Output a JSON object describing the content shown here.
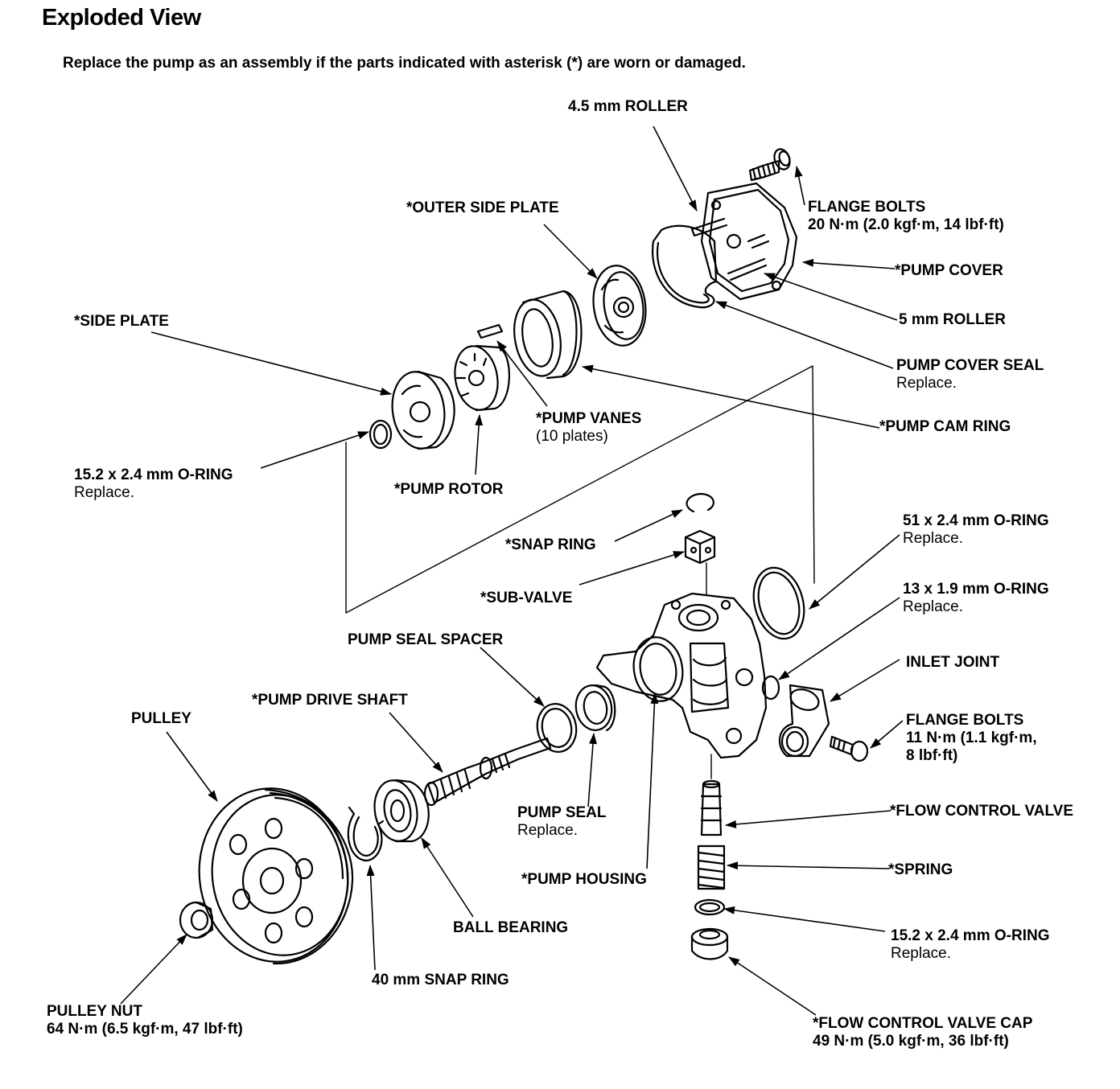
{
  "heading": {
    "title": "Exploded View",
    "subtitle": "Replace the pump as an assembly if the parts indicated with asterisk (*) are worn or damaged."
  },
  "labels": {
    "roller_45": "4.5 mm ROLLER",
    "flange_bolts_top": "FLANGE BOLTS",
    "flange_bolts_top_torque": "20 N·m (2.0 kgf·m, 14 lbf·ft)",
    "outer_side_plate": "*OUTER SIDE PLATE",
    "pump_cover": "*PUMP COVER",
    "side_plate": "*SIDE PLATE",
    "roller_5": "5 mm ROLLER",
    "pump_cover_seal": "PUMP COVER SEAL",
    "pump_cover_seal_note": "Replace.",
    "pump_vanes": "*PUMP VANES",
    "pump_vanes_note": "(10 plates)",
    "pump_cam_ring": "*PUMP CAM RING",
    "oring_152_top": "15.2 x 2.4 mm O-RING",
    "oring_152_top_note": "Replace.",
    "pump_rotor": "*PUMP ROTOR",
    "oring_51": "51 x 2.4 mm O-RING",
    "oring_51_note": "Replace.",
    "snap_ring": "*SNAP RING",
    "sub_valve": "*SUB-VALVE",
    "oring_13": "13 x 1.9 mm O-RING",
    "oring_13_note": "Replace.",
    "pump_seal_spacer": "PUMP SEAL SPACER",
    "inlet_joint": "INLET JOINT",
    "pump_drive_shaft": "*PUMP DRIVE SHAFT",
    "pulley": "PULLEY",
    "flange_bolts_side": "FLANGE BOLTS",
    "flange_bolts_side_torque_1": "11 N·m (1.1 kgf·m,",
    "flange_bolts_side_torque_2": "8 lbf·ft)",
    "pump_seal": "PUMP SEAL",
    "pump_seal_note": "Replace.",
    "flow_control_valve": "*FLOW CONTROL VALVE",
    "spring": "*SPRING",
    "pump_housing": "*PUMP HOUSING",
    "ball_bearing": "BALL BEARING",
    "oring_152_bottom": "15.2 x 2.4 mm O-RING",
    "oring_152_bottom_note": "Replace.",
    "snap_ring_40": "40 mm SNAP RING",
    "pulley_nut": "PULLEY NUT",
    "pulley_nut_torque": "64 N·m (6.5 kgf·m, 47 lbf·ft)",
    "flow_control_valve_cap": "*FLOW CONTROL VALVE CAP",
    "flow_control_valve_cap_torque": "49 N·m (5.0 kgf·m, 36 lbf·ft)"
  }
}
